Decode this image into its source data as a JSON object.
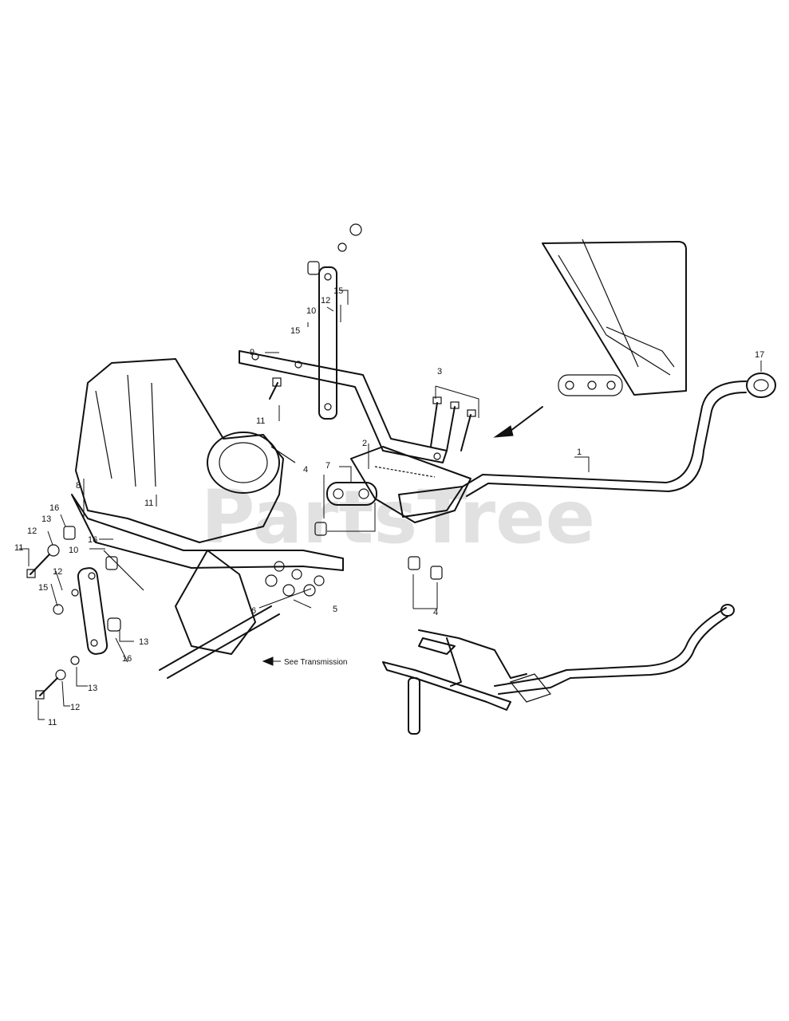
{
  "watermark": "PartsTree",
  "callouts": [
    {
      "id": "c1",
      "text": "1"
    },
    {
      "id": "c2",
      "text": "2"
    },
    {
      "id": "c3",
      "text": "3"
    },
    {
      "id": "c4a",
      "text": "4"
    },
    {
      "id": "c4b",
      "text": "4"
    },
    {
      "id": "c5",
      "text": "5"
    },
    {
      "id": "c6",
      "text": "6"
    },
    {
      "id": "c7",
      "text": "7"
    },
    {
      "id": "c8",
      "text": "8"
    },
    {
      "id": "c9",
      "text": "9"
    },
    {
      "id": "c10a",
      "text": "10"
    },
    {
      "id": "c10b",
      "text": "10"
    },
    {
      "id": "c11a",
      "text": "11"
    },
    {
      "id": "c11b",
      "text": "11"
    },
    {
      "id": "c11c",
      "text": "11"
    },
    {
      "id": "c11d",
      "text": "11"
    },
    {
      "id": "c12a",
      "text": "12"
    },
    {
      "id": "c12b",
      "text": "12"
    },
    {
      "id": "c12c",
      "text": "12"
    },
    {
      "id": "c12d",
      "text": "12"
    },
    {
      "id": "c13a",
      "text": "13"
    },
    {
      "id": "c13b",
      "text": "13"
    },
    {
      "id": "c13c",
      "text": "13"
    },
    {
      "id": "c15a",
      "text": "15"
    },
    {
      "id": "c15b",
      "text": "15"
    },
    {
      "id": "c15c",
      "text": "15"
    },
    {
      "id": "c16a",
      "text": "16"
    },
    {
      "id": "c16b",
      "text": "16"
    },
    {
      "id": "c16c",
      "text": "16"
    },
    {
      "id": "c17",
      "text": "17"
    }
  ],
  "note": "See Transmission"
}
